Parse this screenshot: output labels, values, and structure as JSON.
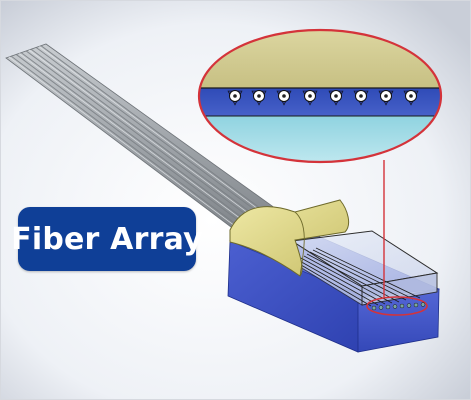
{
  "diagram": {
    "label": "Fiber Array",
    "icon": "fiber-array-illustration",
    "fiber_count": 8,
    "colors": {
      "label_background": "#0f3f97",
      "label_text": "#ffffff",
      "fiber_gray": "#a9adb2",
      "lid_yellow": "#e2dd91",
      "block_blue": "#3f55c8",
      "highlight_red": "#d4333a",
      "core_black": "#222222"
    }
  }
}
